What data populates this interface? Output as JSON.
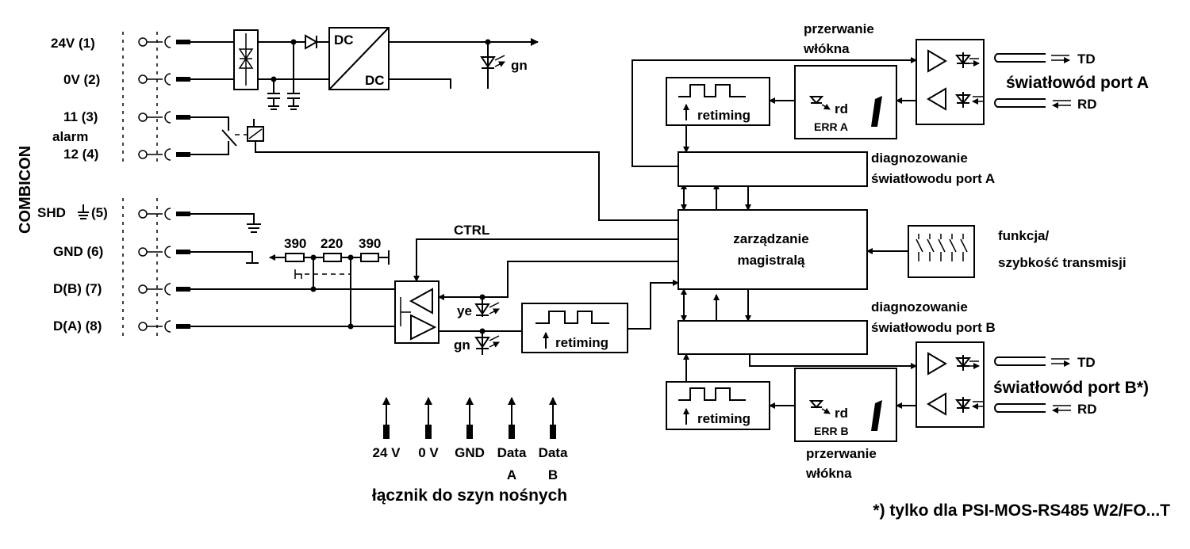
{
  "combicon": {
    "title": "COMBICON",
    "terminals": [
      "24V (1)",
      "0V (2)",
      "11 (3)",
      "12 (4)",
      "(5)",
      "GND (6)",
      "D(B) (7)",
      "D(A) (8)"
    ],
    "alarm_label": "alarm",
    "shd_prefix": "SHD"
  },
  "power": {
    "converter_top": "DC",
    "converter_bottom": "DC",
    "led_power": "gn"
  },
  "bus": {
    "resistors": [
      "390",
      "220",
      "390"
    ],
    "ctrl_label": "CTRL",
    "led_ye": "ye",
    "led_gn": "gn",
    "retiming": "retiming"
  },
  "dinrail": {
    "pins": [
      "24 V",
      "0 V",
      "GND",
      "Data",
      "Data"
    ],
    "pin_sub": [
      "A",
      "B"
    ],
    "caption": "łącznik do szyn nośnych"
  },
  "core": {
    "bus_mgmt_line1": "zarządzanie",
    "bus_mgmt_line2": "magistralą",
    "switch_label_line1": "funkcja/",
    "switch_label_line2": "szybkość transmisji"
  },
  "port_a": {
    "break_line1": "przerwanie",
    "break_line2": "włókna",
    "retiming": "retiming",
    "led_rd": "rd",
    "err": "ERR A",
    "diag_line1": "diagnozowanie",
    "diag_line2": "światłowodu port A",
    "td": "TD",
    "rd": "RD",
    "port_label": "światłowód port A"
  },
  "port_b": {
    "break_line1": "przerwanie",
    "break_line2": "włókna",
    "retiming": "retiming",
    "led_rd": "rd",
    "err": "ERR B",
    "diag_line1": "diagnozowanie",
    "diag_line2": "światłowodu port B",
    "td": "TD",
    "rd": "RD",
    "port_label": "światłowód port B*)"
  },
  "footnote": "*) tylko dla PSI-MOS-RS485 W2/FO...T"
}
